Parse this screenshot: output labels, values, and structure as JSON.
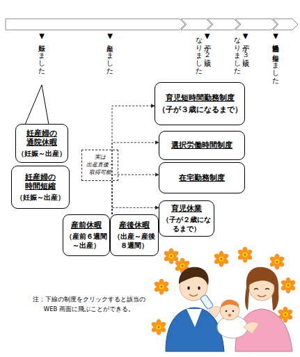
{
  "diagram": {
    "nodes": [
      {
        "text": [
          "育児短時間勤務制度",
          "（子が３歳になるまで）"
        ]
      },
      {
        "text": [
          "妊産婦の 通院休暇",
          "（妊娠～出産）"
        ]
      },
      {
        "text": [
          "選択労働時間制度"
        ]
      },
      {
        "text": [
          "実は 出産直後～ 取得可能"
        ]
      },
      {
        "text": [
          "在宅勤務制度"
        ]
      },
      {
        "text": [
          "妊産婦の 時間短縮",
          "（妊娠～出産）"
        ]
      },
      {
        "text": [
          "育児休業",
          "（子が２歳になるまで）"
        ]
      },
      {
        "text": [
          "産前休暇",
          "（産前６週間～出産）"
        ]
      },
      {
        "text": [
          "産後休暇",
          "（出産～産後８週間）"
        ]
      }
    ],
    "edges": [
      {
        "from": 8,
        "to": 0,
        "arrow": "to"
      },
      {
        "from": 8,
        "to": 2,
        "arrow": "to"
      },
      {
        "from": 8,
        "to": 4,
        "arrow": "to"
      },
      {
        "from": 8,
        "to": 6,
        "arrow": "to"
      }
    ],
    "labels": [
      "▼妊娠しました",
      "▼出産しました",
      "▼子が２歳に なりました",
      "▼子が３歳に なりました",
      "▼通常勤務に 復帰しました",
      "注：下線の制度をクリックすると該当の WEB 画面に飛ぶことができる。"
    ]
  }
}
